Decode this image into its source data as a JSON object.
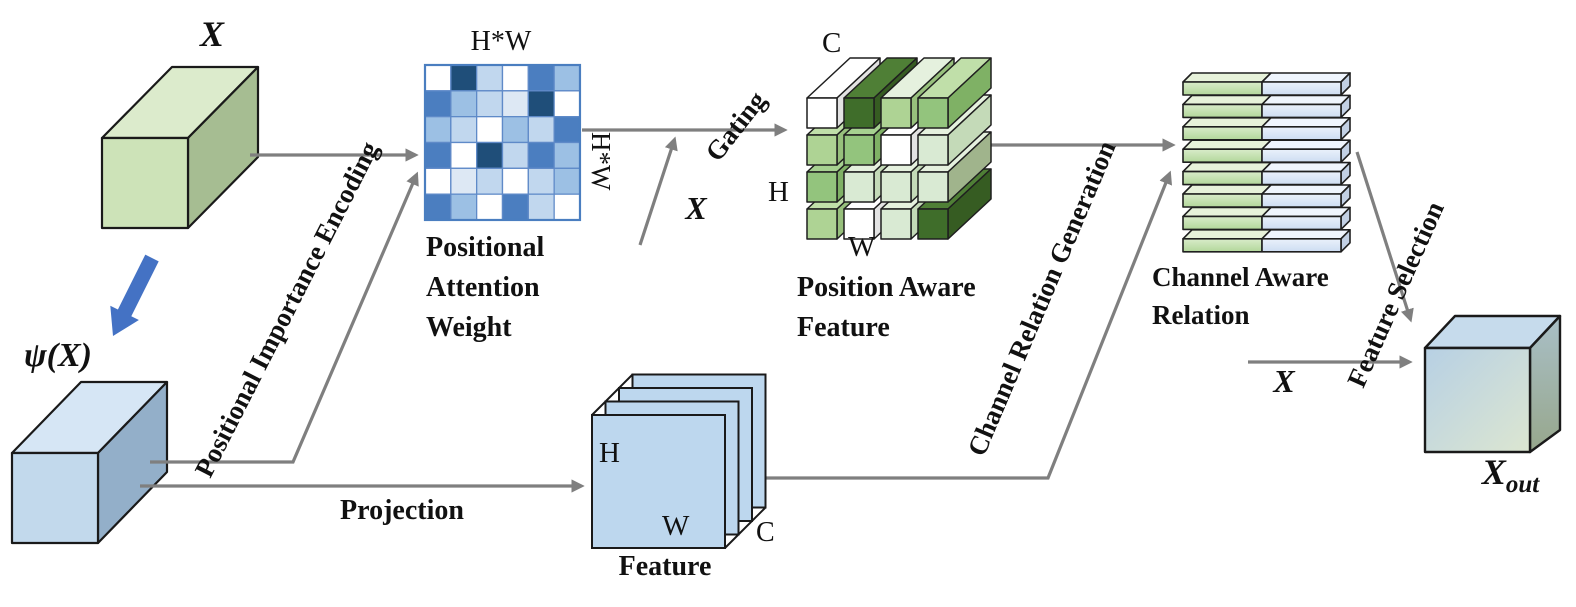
{
  "nodes": {
    "input": {
      "label": "X"
    },
    "psi": {
      "label": "ψ(X)"
    },
    "attention": {
      "top_dim": "H*W",
      "side_dim": "H*W",
      "caption_lines": [
        "Positional",
        "Attention",
        "Weight"
      ]
    },
    "paf": {
      "dim_c": "C",
      "dim_h": "H",
      "dim_w": "W",
      "caption_lines": [
        "Position Aware",
        "Feature"
      ]
    },
    "feature": {
      "dim_h": "H",
      "dim_w": "W",
      "dim_c": "C",
      "caption": "Feature"
    },
    "stack": {
      "caption_lines": [
        "Channel Aware",
        "Relation"
      ]
    },
    "output": {
      "label_base": "X",
      "label_sub": "out"
    }
  },
  "edges": {
    "positional_importance_encoding": "Positional Importance Encoding",
    "projection": "Projection",
    "gating": "Gating",
    "gating_x": "X",
    "channel_relation_generation": "Channel Relation Generation",
    "feature_selection": "Feature Selection",
    "selection_x": "X"
  },
  "matrix_palette": {
    "W": "#ffffff",
    "VL": "#dde8f4",
    "L": "#c1d7ee",
    "ML": "#9cc0e4",
    "M": "#4b7ec0",
    "D": "#1f4e79"
  },
  "attention_matrix": [
    [
      "W",
      "D",
      "L",
      "W",
      "M",
      "ML"
    ],
    [
      "M",
      "ML",
      "L",
      "VL",
      "D",
      "W"
    ],
    [
      "ML",
      "L",
      "W",
      "ML",
      "L",
      "M"
    ],
    [
      "M",
      "W",
      "D",
      "L",
      "M",
      "ML"
    ],
    [
      "W",
      "VL",
      "L",
      "W",
      "L",
      "ML"
    ],
    [
      "M",
      "ML",
      "W",
      "M",
      "L",
      "W"
    ]
  ],
  "paf_palette": {
    "W": {
      "front": "#ffffff",
      "top": "#ffffff",
      "side": "#e3e3e3"
    },
    "DG": {
      "front": "#3f6d2a",
      "top": "#4f7f36",
      "side": "#365c22"
    },
    "MG": {
      "front": "#93c47d",
      "top": "#a6d190",
      "side": "#7fb165"
    },
    "LG": {
      "front": "#aed394",
      "top": "#c0dfa9",
      "side": "#97c07c"
    },
    "PG": {
      "front": "#d9ead3",
      "top": "#e5f1de",
      "side": "#c4dab8"
    },
    "SG": {
      "front": "#b5c7a3",
      "top": "#c4d3b4",
      "side": "#a0b48c"
    }
  },
  "paf_front": [
    [
      "W",
      "DG",
      "LG",
      "MG"
    ],
    [
      "LG",
      "MG",
      "W",
      "PG"
    ],
    [
      "MG",
      "PG",
      "PG",
      "PG"
    ],
    [
      "LG",
      "W",
      "PG",
      "DG"
    ]
  ],
  "paf_top_bars": [
    "W",
    "DG",
    "PG",
    "LG"
  ],
  "paf_right_bars": [
    "MG",
    "PG",
    "SG",
    "DG"
  ],
  "relation_stack": {
    "bar_count": 8,
    "green_grad_top": "#d9ecca",
    "green_grad_bottom": "#b2d79a",
    "blue_grad_top": "#eaf1fb",
    "blue_grad_bottom": "#cdddf2",
    "green_facet": "#e7f2da",
    "blue_facet": "#eff5fd",
    "side_facet": "#c2d0e4"
  },
  "shape_colors": {
    "input_front": "#cde3b8",
    "input_top": "#dcebcc",
    "input_side": "#a6bd92",
    "psi_front": "#c2d9ec",
    "psi_top": "#d6e6f5",
    "psi_side": "#93afc9",
    "out_front_start": "#b7d0e4",
    "out_front_end": "#dce6d1",
    "out_top": "#c6dbec",
    "out_side_start": "#a9bfc7",
    "out_side_end": "#97a78c",
    "feature_slab": "#bdd7ee",
    "outline": "#1a1a1a",
    "arrow_gray": "#7f7f7f",
    "block_arrow_blue": "#4472c4",
    "matrix_grid": "#4a7ec0"
  }
}
